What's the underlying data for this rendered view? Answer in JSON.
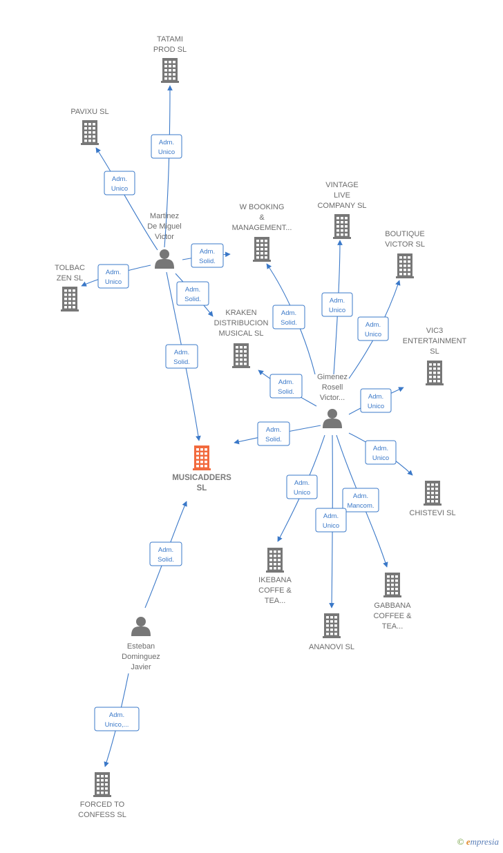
{
  "colors": {
    "company": "#777777",
    "main_company": "#f26a3d",
    "person": "#777777",
    "edge": "#3a78c8",
    "label": "#6b6b6b"
  },
  "nodes": [
    {
      "id": "tatami",
      "type": "company",
      "icon": "building-icon",
      "lines": [
        "TATAMI",
        "PROD  SL"
      ]
    },
    {
      "id": "pavixu",
      "type": "company",
      "icon": "building-icon",
      "lines": [
        "PAVIXU  SL"
      ]
    },
    {
      "id": "martinez",
      "type": "person",
      "icon": "person-icon",
      "lines": [
        "Martinez",
        "De Miguel",
        "Victor"
      ]
    },
    {
      "id": "tolbac",
      "type": "company",
      "icon": "building-icon",
      "lines": [
        "TOLBAC",
        "ZEN  SL"
      ]
    },
    {
      "id": "wbooking",
      "type": "company",
      "icon": "building-icon",
      "lines": [
        "W BOOKING",
        "&",
        "MANAGEMENT..."
      ]
    },
    {
      "id": "vintage",
      "type": "company",
      "icon": "building-icon",
      "lines": [
        "VINTAGE",
        "LIVE",
        "COMPANY SL"
      ]
    },
    {
      "id": "boutique",
      "type": "company",
      "icon": "building-icon",
      "lines": [
        "BOUTIQUE",
        "VICTOR SL"
      ]
    },
    {
      "id": "kraken",
      "type": "company",
      "icon": "building-icon",
      "lines": [
        "KRAKEN",
        "DISTRIBUCION",
        "MUSICAL  SL"
      ]
    },
    {
      "id": "vic3",
      "type": "company",
      "icon": "building-icon",
      "lines": [
        "VIC3",
        "ENTERTAINMENT",
        "SL"
      ]
    },
    {
      "id": "gimenez",
      "type": "person",
      "icon": "person-icon",
      "lines": [
        "Gimenez",
        "Rosell",
        "Victor..."
      ]
    },
    {
      "id": "musicadders",
      "type": "main",
      "icon": "building-icon",
      "lines": [
        "MUSICADDERS",
        "SL"
      ]
    },
    {
      "id": "chistevi",
      "type": "company",
      "icon": "building-icon",
      "lines": [
        "CHISTEVI SL"
      ]
    },
    {
      "id": "ikebana",
      "type": "company",
      "icon": "building-icon",
      "lines": [
        "IKEBANA",
        "COFFE &",
        "TEA..."
      ]
    },
    {
      "id": "gabbana",
      "type": "company",
      "icon": "building-icon",
      "lines": [
        "GABBANA",
        "COFFEE &",
        "TEA..."
      ]
    },
    {
      "id": "ananovi",
      "type": "company",
      "icon": "building-icon",
      "lines": [
        "ANANOVI  SL"
      ]
    },
    {
      "id": "esteban",
      "type": "person",
      "icon": "person-icon",
      "lines": [
        "Esteban",
        "Dominguez",
        "Javier"
      ]
    },
    {
      "id": "forced",
      "type": "company",
      "icon": "building-icon",
      "lines": [
        "FORCED TO",
        "CONFESS  SL"
      ]
    }
  ],
  "edges": [
    {
      "id": "e1",
      "from": "martinez",
      "to": "tatami",
      "role": [
        "Adm.",
        "Unico"
      ]
    },
    {
      "id": "e2",
      "from": "martinez",
      "to": "pavixu",
      "role": [
        "Adm.",
        "Unico"
      ]
    },
    {
      "id": "e3",
      "from": "martinez",
      "to": "tolbac",
      "role": [
        "Adm.",
        "Unico"
      ]
    },
    {
      "id": "e4",
      "from": "martinez",
      "to": "wbooking",
      "role": [
        "Adm.",
        "Solid."
      ]
    },
    {
      "id": "e5",
      "from": "martinez",
      "to": "kraken",
      "role": [
        "Adm.",
        "Solid."
      ]
    },
    {
      "id": "e6",
      "from": "martinez",
      "to": "musicadders",
      "role": [
        "Adm.",
        "Solid."
      ]
    },
    {
      "id": "e7",
      "from": "gimenez",
      "to": "wbooking",
      "role": [
        "Adm.",
        "Solid."
      ]
    },
    {
      "id": "e8",
      "from": "gimenez",
      "to": "vintage",
      "role": [
        "Adm.",
        "Unico"
      ]
    },
    {
      "id": "e9",
      "from": "gimenez",
      "to": "boutique",
      "role": [
        "Adm.",
        "Unico"
      ]
    },
    {
      "id": "e10",
      "from": "gimenez",
      "to": "kraken",
      "role": [
        "Adm.",
        "Solid."
      ]
    },
    {
      "id": "e11",
      "from": "gimenez",
      "to": "vic3",
      "role": [
        "Adm.",
        "Unico"
      ]
    },
    {
      "id": "e12",
      "from": "gimenez",
      "to": "musicadders",
      "role": [
        "Adm.",
        "Solid."
      ]
    },
    {
      "id": "e13",
      "from": "gimenez",
      "to": "chistevi",
      "role": [
        "Adm.",
        "Unico"
      ]
    },
    {
      "id": "e14",
      "from": "gimenez",
      "to": "ikebana",
      "role": [
        "Adm.",
        "Unico"
      ]
    },
    {
      "id": "e15",
      "from": "gimenez",
      "to": "gabbana",
      "role": [
        "Adm.",
        "Mancom."
      ]
    },
    {
      "id": "e16",
      "from": "gimenez",
      "to": "ananovi",
      "role": [
        "Adm.",
        "Unico"
      ]
    },
    {
      "id": "e17",
      "from": "esteban",
      "to": "musicadders",
      "role": [
        "Adm.",
        "Solid."
      ]
    },
    {
      "id": "e18",
      "from": "esteban",
      "to": "forced",
      "role": [
        "Adm.",
        "Unico,..."
      ]
    }
  ],
  "footer": {
    "copyright": "©",
    "brand_initial": "e",
    "brand_rest": "mpresia"
  }
}
